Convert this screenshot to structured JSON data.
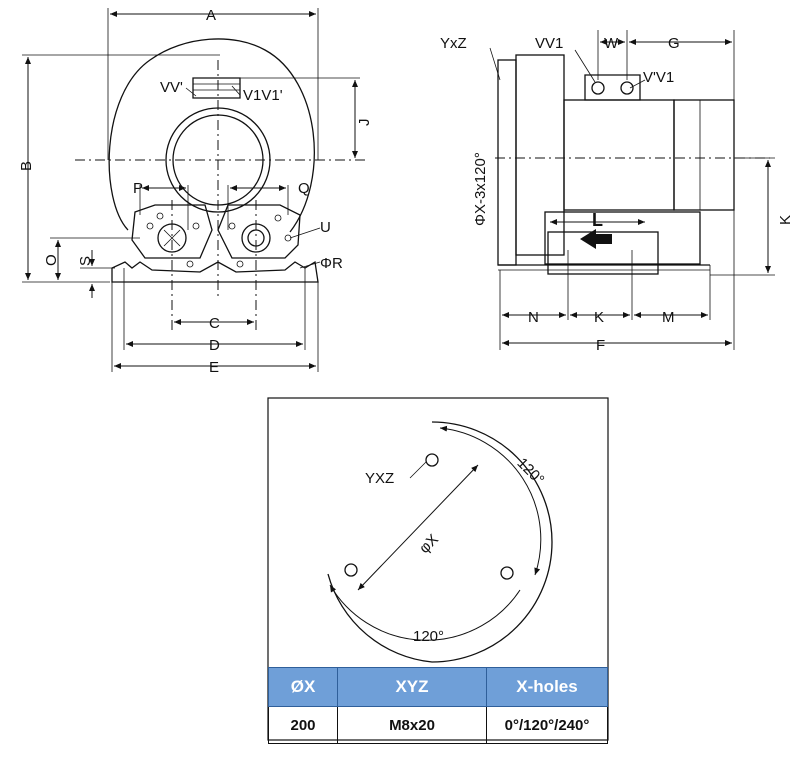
{
  "front_view": {
    "labels": {
      "A": "A",
      "B": "B",
      "J": "J",
      "P": "P",
      "Q": "Q",
      "U": "U",
      "O": "O",
      "S": "S",
      "phi_R": "ΦR",
      "C": "C",
      "D": "D",
      "E": "E",
      "VV": "VV'",
      "V1V1": "V1V1'"
    }
  },
  "side_view": {
    "labels": {
      "YxZ": "YxZ",
      "VV1": "VV1",
      "W": "W",
      "G": "G",
      "V_V1": "V'V1",
      "phiX": "ΦX-3x120°",
      "L": "L",
      "K_right": "K",
      "N": "N",
      "K_bottom": "K",
      "M": "M",
      "F": "F"
    }
  },
  "flange_detail": {
    "labels": {
      "YXZ": "YXZ",
      "angle_top": "120°",
      "phiX": "φX",
      "angle_bottom": "120°"
    }
  },
  "spec_table": {
    "headers": [
      "ØX",
      "XYZ",
      "X-holes"
    ],
    "rows": [
      [
        "200",
        "M8x20",
        "0°/120°/240°"
      ]
    ]
  },
  "colors": {
    "header_bg": "#6f9fd8",
    "line": "#111111"
  }
}
